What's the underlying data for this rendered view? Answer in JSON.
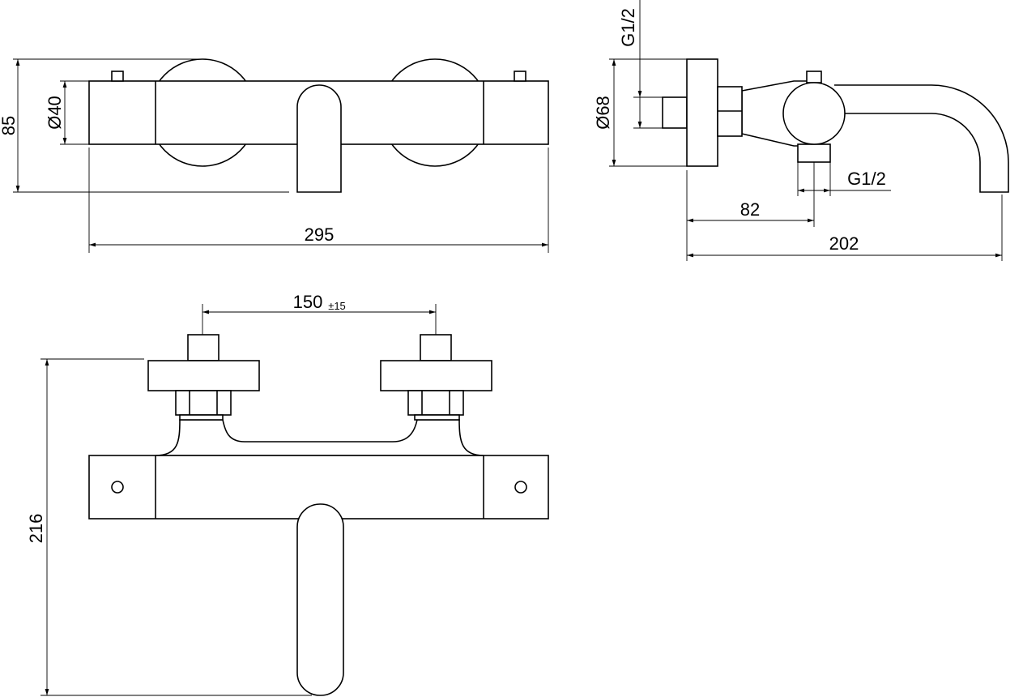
{
  "front_view": {
    "height_dim": "85",
    "diameter_dim": "Ø40",
    "width_dim": "295"
  },
  "side_view": {
    "inlet_thread": "G1/2",
    "plate_diameter": "Ø68",
    "outlet_thread": "G1/2",
    "depth_body": "82",
    "depth_total": "202"
  },
  "top_view": {
    "centers_dim": "150",
    "centers_tolerance": "±15",
    "depth_dim": "216"
  },
  "colors": {
    "line": "#000000",
    "background": "#ffffff"
  }
}
